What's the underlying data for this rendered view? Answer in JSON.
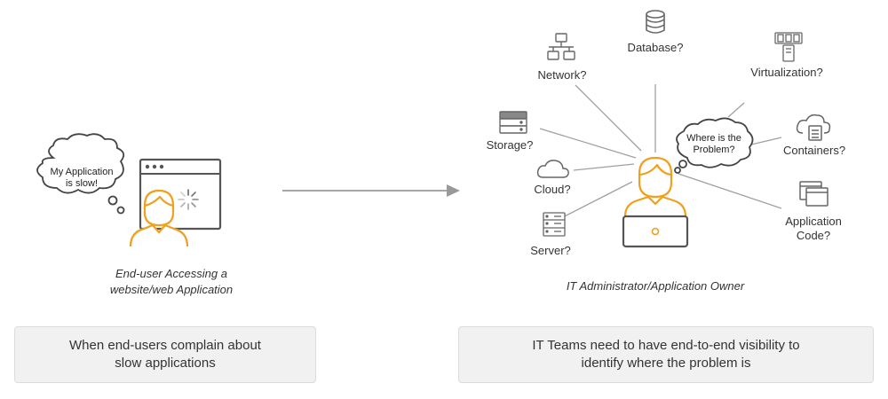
{
  "left_panel": {
    "thought_bubble": [
      "My Application",
      "is slow!"
    ],
    "caption": [
      "End-user Accessing a",
      "website/web Application"
    ],
    "summary_box": [
      "When end-users complain about",
      "slow applications"
    ]
  },
  "right_panel": {
    "thought_bubble": [
      "Where is the",
      "Problem?"
    ],
    "caption": "IT Administrator/Application Owner",
    "summary_box": [
      "IT Teams need to have end-to-end visibility to",
      "identify where the problem is"
    ],
    "items": {
      "database": "Database?",
      "network": "Network?",
      "virtualization": "Virtualization?",
      "storage": "Storage?",
      "containers": "Containers?",
      "cloud": "Cloud?",
      "application_code": [
        "Application",
        "Code?"
      ],
      "server": "Server?"
    }
  },
  "colors": {
    "accent": "#f0a01e",
    "icon_gray": "#666666",
    "line_gray": "#9a9a9a",
    "box_bg": "#f1f1f1"
  }
}
